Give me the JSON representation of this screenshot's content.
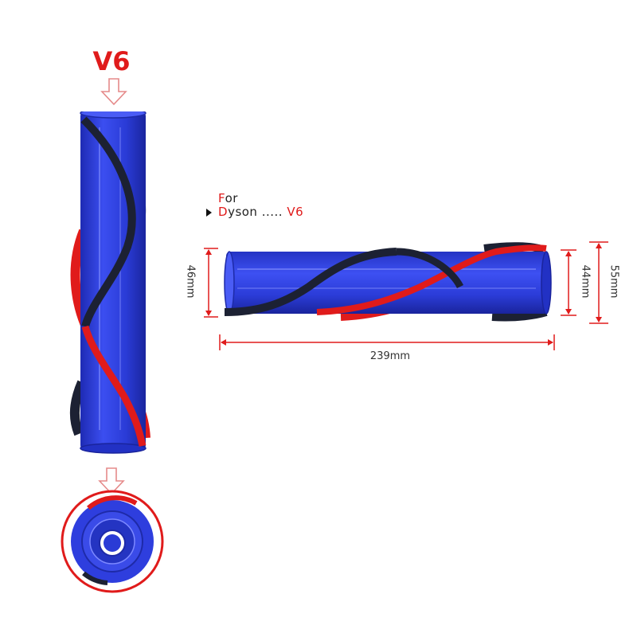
{
  "title": "V6",
  "compat": {
    "for_first": "F",
    "for_rest": "or",
    "dyson_first": "D",
    "dyson_rest": "yson .....",
    "model": "V6"
  },
  "dimensions": {
    "left_diameter": "46mm",
    "right_diameter": "44mm",
    "brush_diameter": "55mm",
    "length": "239mm"
  },
  "colors": {
    "tube_blue": "#2f3fd8",
    "bristle_red": "#e01b1b",
    "bristle_black": "#1c2133",
    "accent_red": "#e01b1b"
  }
}
